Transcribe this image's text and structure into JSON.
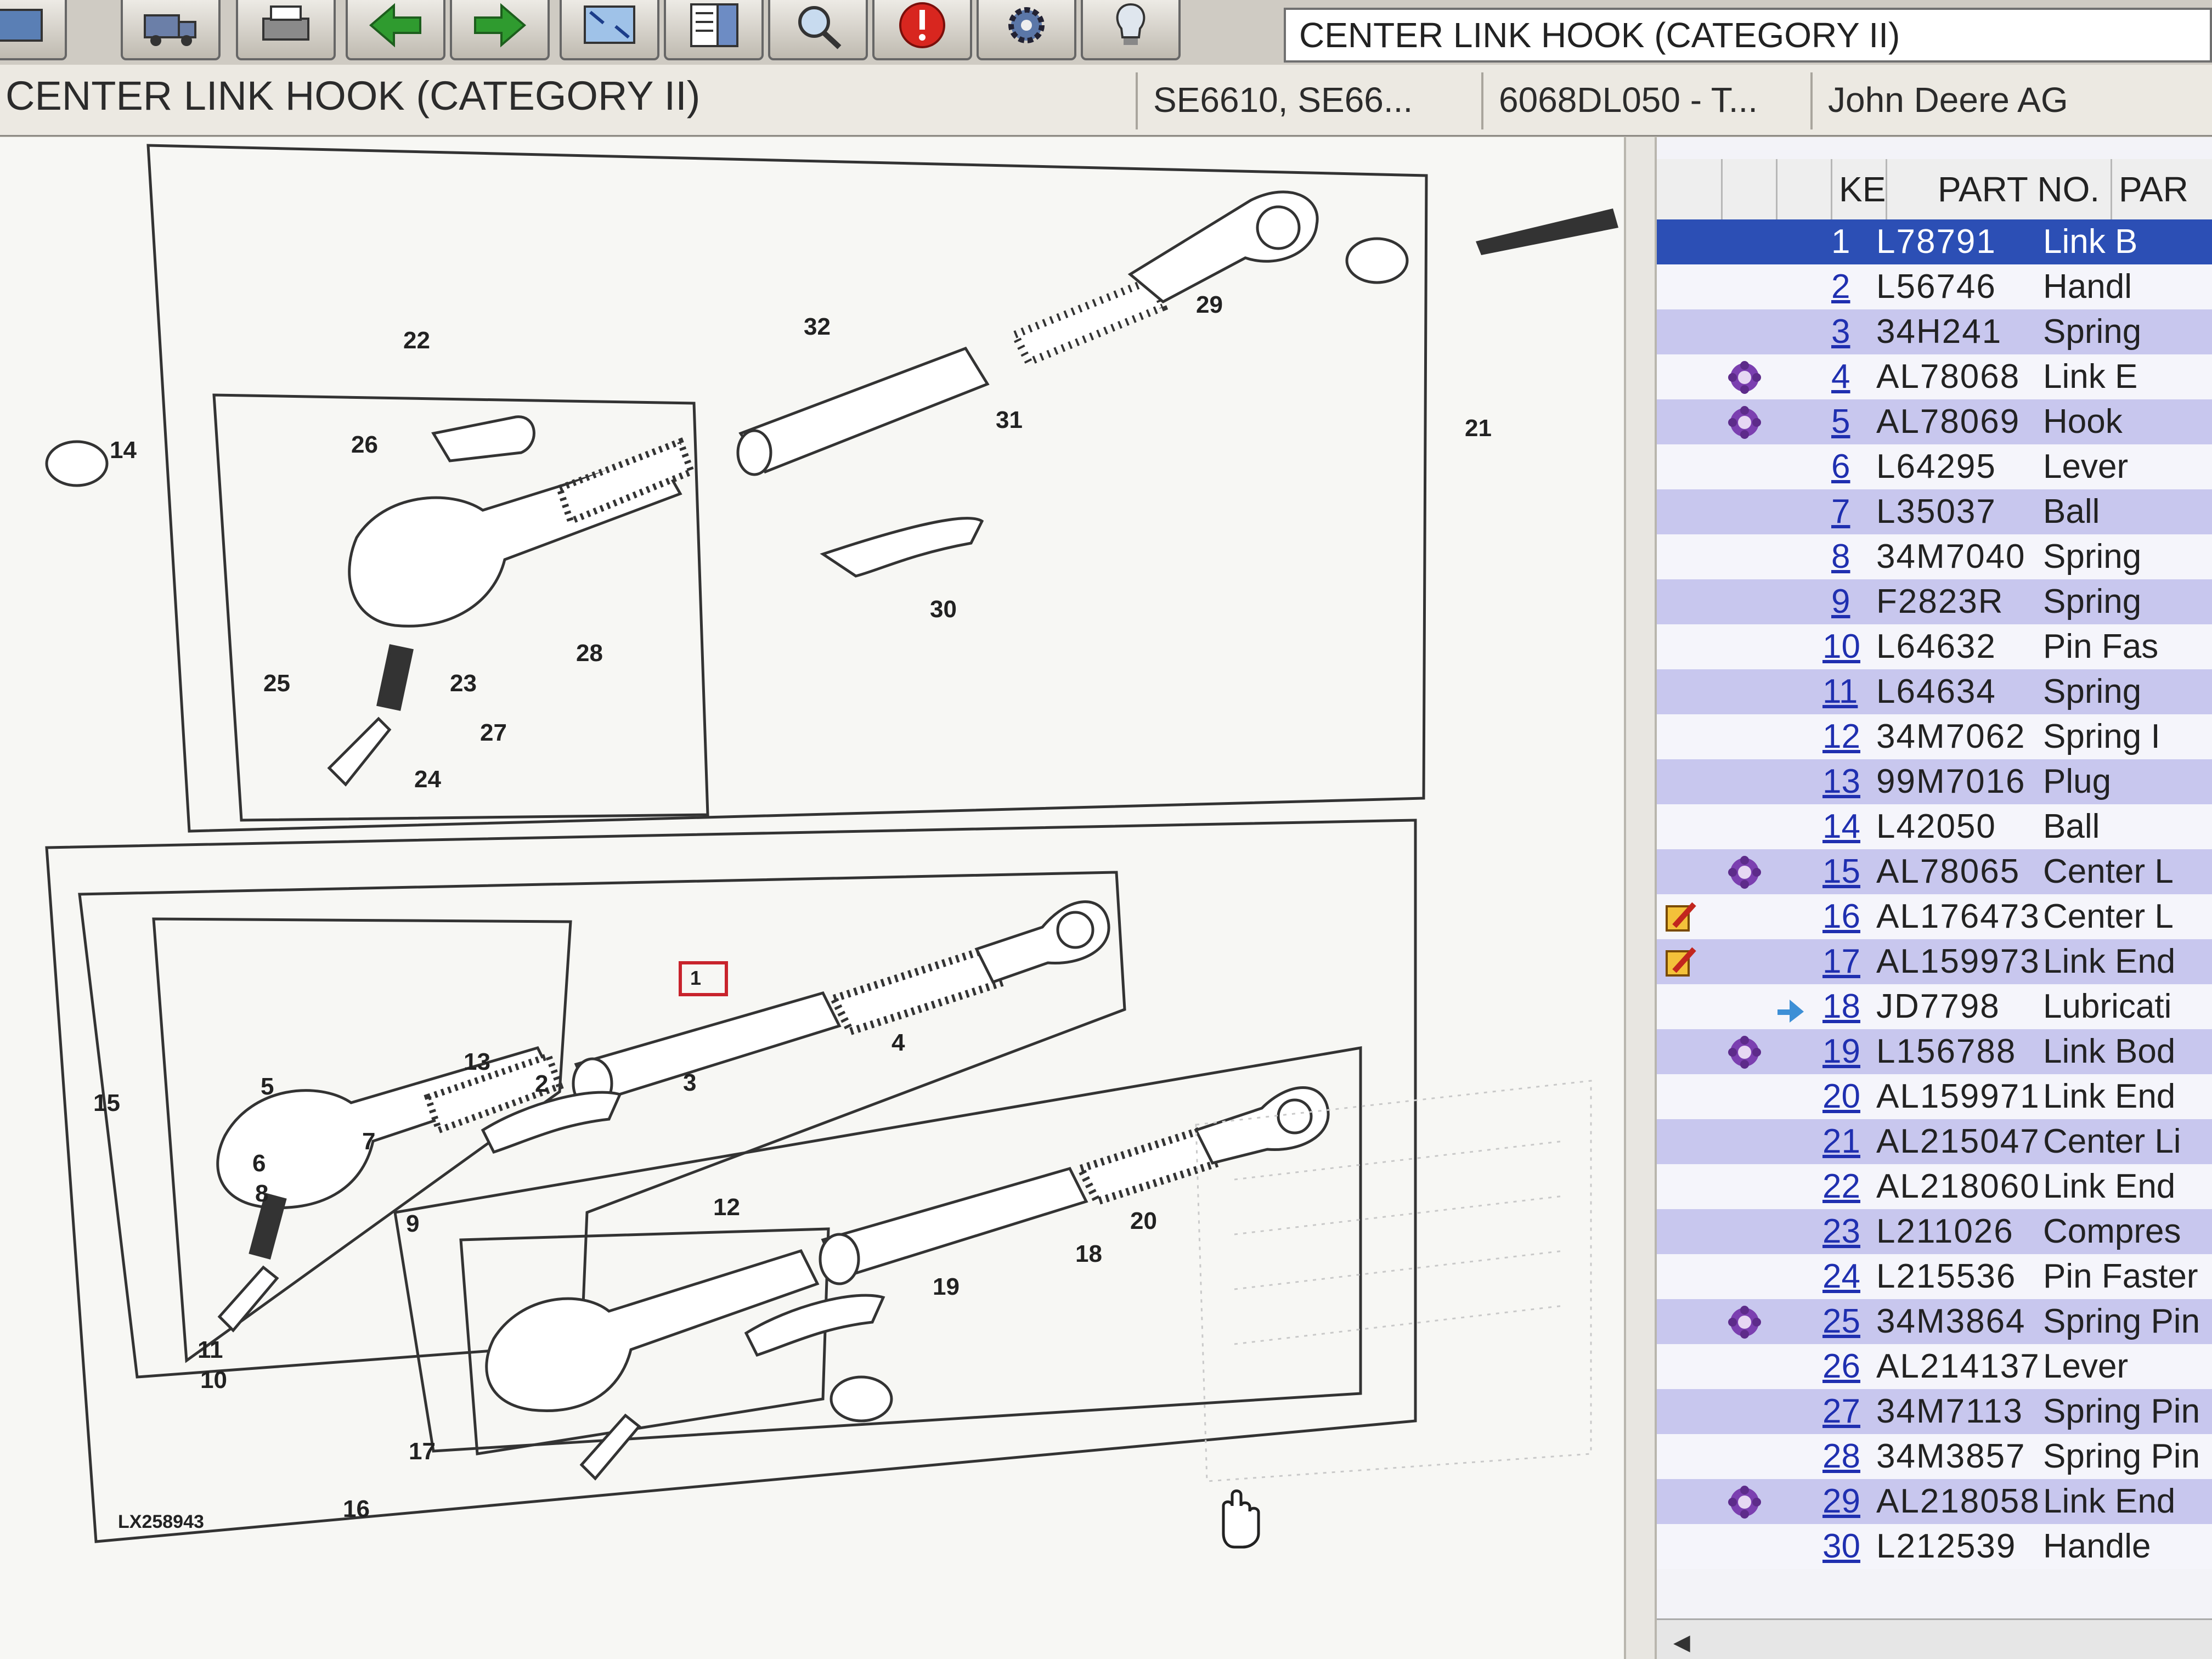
{
  "toolbar": {
    "buttons": [
      {
        "name": "toolbar-button-1",
        "icon": "screen-icon"
      },
      {
        "name": "toolbar-button-truck",
        "icon": "truck-icon"
      },
      {
        "name": "toolbar-button-print",
        "icon": "printer-icon"
      },
      {
        "name": "back-button",
        "icon": "arrow-left-icon"
      },
      {
        "name": "forward-button",
        "icon": "arrow-right-icon"
      },
      {
        "name": "fit-button",
        "icon": "fit-screen-icon"
      },
      {
        "name": "list-button",
        "icon": "document-list-icon"
      },
      {
        "name": "search-button",
        "icon": "magnifier-icon"
      },
      {
        "name": "alert-button",
        "icon": "alert-icon"
      },
      {
        "name": "settings-button",
        "icon": "gear-icon"
      },
      {
        "name": "tip-button",
        "icon": "lightbulb-icon"
      }
    ],
    "title_field": "CENTER LINK HOOK (CATEGORY II)"
  },
  "titlebar": {
    "page_title": "CENTER LINK HOOK (CATEGORY II)",
    "models": "SE6610, SE66...",
    "engine": "6068DL050 - T...",
    "brand": "John Deere AG"
  },
  "diagram": {
    "ref_code": "LX258943",
    "highlight_key": "1",
    "labels": [
      "1",
      "2",
      "3",
      "4",
      "5",
      "6",
      "7",
      "8",
      "9",
      "10",
      "11",
      "12",
      "13",
      "14",
      "15",
      "16",
      "17",
      "18",
      "19",
      "20",
      "21",
      "22",
      "23",
      "24",
      "25",
      "26",
      "27",
      "28",
      "29",
      "30",
      "31",
      "32"
    ]
  },
  "parts_table": {
    "headers": {
      "key": "KEY",
      "part_no": "PART NO.",
      "desc": "PAR"
    },
    "rows": [
      {
        "key": "1",
        "part_no": "L78791",
        "desc": "Link B",
        "icon": "",
        "style": "sel"
      },
      {
        "key": "2",
        "part_no": "L56746",
        "desc": "Handl",
        "icon": "",
        "style": "white"
      },
      {
        "key": "3",
        "part_no": "34H241",
        "desc": "Spring",
        "icon": "",
        "style": "alt"
      },
      {
        "key": "4",
        "part_no": "AL78068",
        "desc": "Link E",
        "icon": "flower-icon",
        "style": "white"
      },
      {
        "key": "5",
        "part_no": "AL78069",
        "desc": "Hook",
        "icon": "flower-icon",
        "style": "alt"
      },
      {
        "key": "6",
        "part_no": "L64295",
        "desc": "Lever",
        "icon": "",
        "style": "white"
      },
      {
        "key": "7",
        "part_no": "L35037",
        "desc": "Ball",
        "icon": "",
        "style": "alt"
      },
      {
        "key": "8",
        "part_no": "34M7040",
        "desc": "Spring",
        "icon": "",
        "style": "white"
      },
      {
        "key": "9",
        "part_no": "F2823R",
        "desc": "Spring",
        "icon": "",
        "style": "alt"
      },
      {
        "key": "10",
        "part_no": "L64632",
        "desc": "Pin Fas",
        "icon": "",
        "style": "white"
      },
      {
        "key": "11",
        "part_no": "L64634",
        "desc": "Spring",
        "icon": "",
        "style": "alt"
      },
      {
        "key": "12",
        "part_no": "34M7062",
        "desc": "Spring I",
        "icon": "",
        "style": "white"
      },
      {
        "key": "13",
        "part_no": "99M7016",
        "desc": "Plug",
        "icon": "",
        "style": "alt"
      },
      {
        "key": "14",
        "part_no": "L42050",
        "desc": "Ball",
        "icon": "",
        "style": "white"
      },
      {
        "key": "15",
        "part_no": "AL78065",
        "desc": "Center L",
        "icon": "flower-icon",
        "style": "alt"
      },
      {
        "key": "16",
        "part_no": "AL176473",
        "desc": "Center L",
        "icon": "edit-note-icon",
        "style": "white"
      },
      {
        "key": "17",
        "part_no": "AL159973",
        "desc": "Link End",
        "icon": "edit-note-icon",
        "style": "alt"
      },
      {
        "key": "18",
        "part_no": "JD7798",
        "desc": "Lubricati",
        "icon": "arrow-icon",
        "style": "white"
      },
      {
        "key": "19",
        "part_no": "L156788",
        "desc": "Link Bod",
        "icon": "flower-icon",
        "style": "alt"
      },
      {
        "key": "20",
        "part_no": "AL159971",
        "desc": "Link End",
        "icon": "",
        "style": "white"
      },
      {
        "key": "21",
        "part_no": "AL215047",
        "desc": "Center Li",
        "icon": "",
        "style": "alt"
      },
      {
        "key": "22",
        "part_no": "AL218060",
        "desc": "Link End",
        "icon": "",
        "style": "white"
      },
      {
        "key": "23",
        "part_no": "L211026",
        "desc": "Compres",
        "icon": "",
        "style": "alt"
      },
      {
        "key": "24",
        "part_no": "L215536",
        "desc": "Pin Faster",
        "icon": "",
        "style": "white"
      },
      {
        "key": "25",
        "part_no": "34M3864",
        "desc": "Spring Pin",
        "icon": "flower-icon",
        "style": "alt"
      },
      {
        "key": "26",
        "part_no": "AL214137",
        "desc": "Lever",
        "icon": "",
        "style": "white"
      },
      {
        "key": "27",
        "part_no": "34M7113",
        "desc": "Spring Pin",
        "icon": "",
        "style": "alt"
      },
      {
        "key": "28",
        "part_no": "34M3857",
        "desc": "Spring Pin",
        "icon": "",
        "style": "white"
      },
      {
        "key": "29",
        "part_no": "AL218058",
        "desc": "Link End",
        "icon": "flower-icon",
        "style": "alt"
      },
      {
        "key": "30",
        "part_no": "L212539",
        "desc": "Handle",
        "icon": "",
        "style": "white"
      }
    ]
  },
  "colors": {
    "selected_row": "#2c4fb5",
    "alt_row": "#c8c7ee",
    "link": "#1f2fb0",
    "highlight_box": "#c8232c",
    "flower_icon": "#7b3fb0"
  }
}
